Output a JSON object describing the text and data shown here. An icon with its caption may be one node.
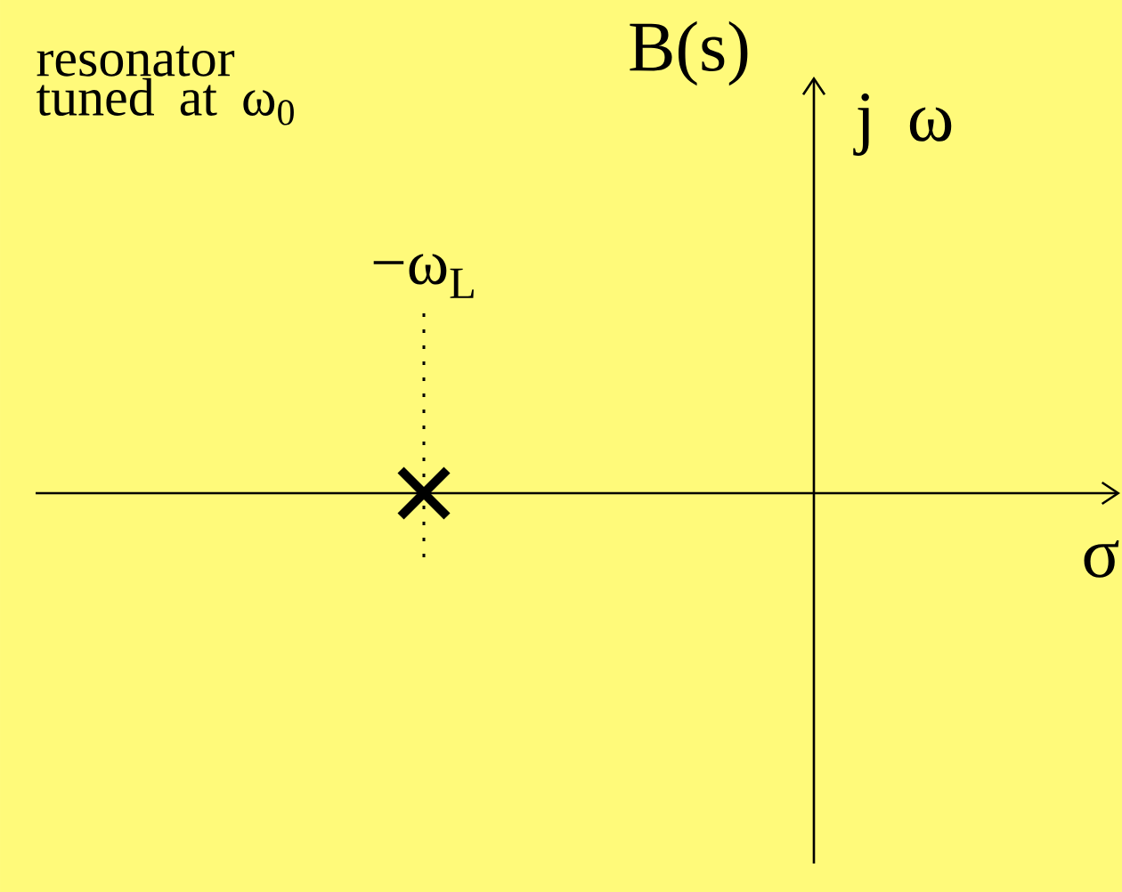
{
  "diagram": {
    "labels": [
      "resonator tuned at ω$_{0}$",
      "B(s)",
      "j ω",
      "σ",
      "−ω$_{L}$"
    ]
  }
}
